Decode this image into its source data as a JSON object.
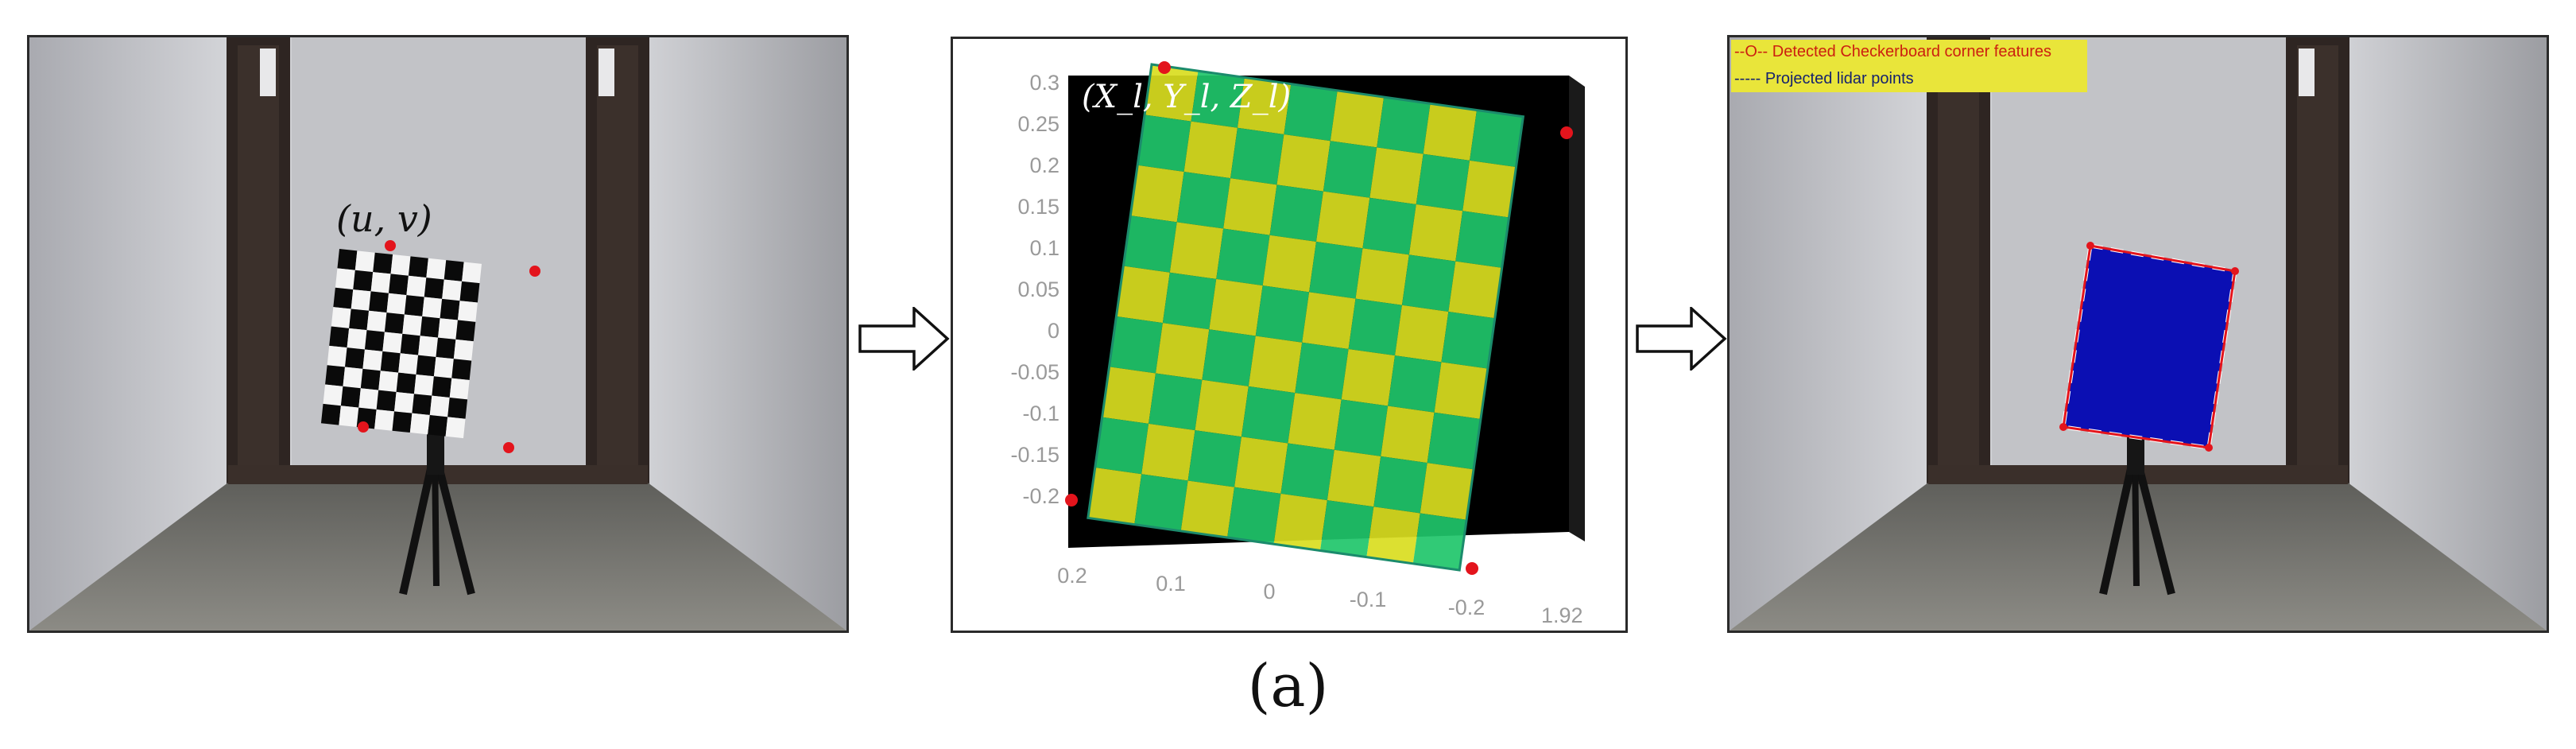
{
  "panels": {
    "left": {
      "corner_label": "(u, v)"
    },
    "middle": {
      "point_label": "(X_l, Y_l, Z_l)",
      "y_ticks": [
        "0.3",
        "0.25",
        "0.2",
        "0.15",
        "0.1",
        "0.05",
        "0",
        "-0.05",
        "-0.1",
        "-0.15",
        "-0.2"
      ],
      "x_ticks": [
        "0.2",
        "0.1",
        "0",
        "-0.1",
        "-0.2"
      ],
      "z_tick": "1.92"
    },
    "right": {
      "legend": [
        "--O-- Detected Checkerboard corner features",
        "----- Projected lidar points"
      ]
    }
  },
  "caption": "(a)",
  "colors": {
    "corner_marker": "#e3141c",
    "lidar_yellow": "#d9dd1f",
    "lidar_green": "#20c56a",
    "projected_board": "#0b0fb3",
    "legend_bg": "#e9e53a"
  }
}
